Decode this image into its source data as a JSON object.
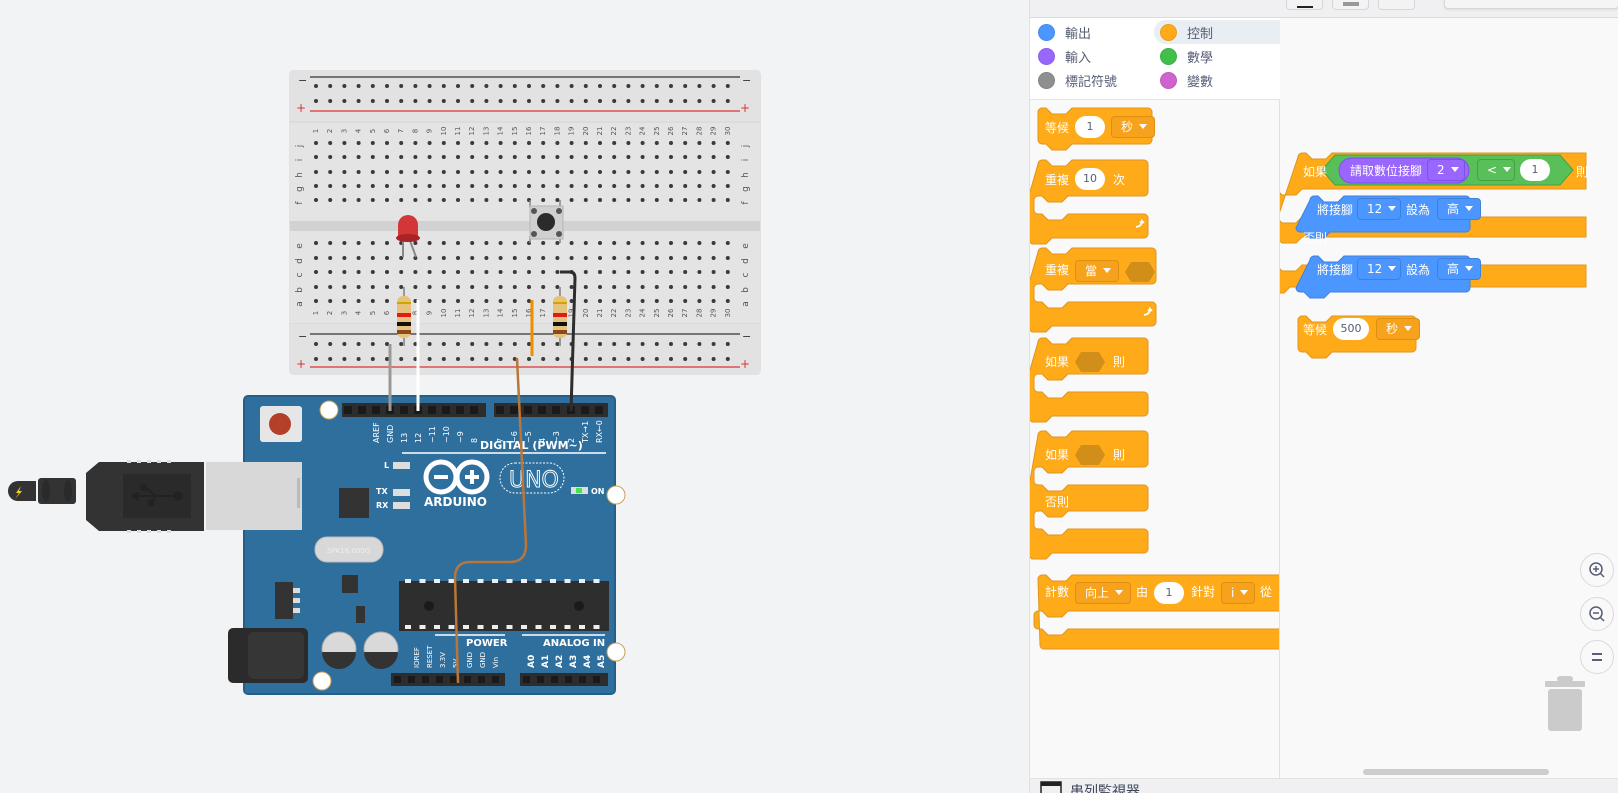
{
  "categories": [
    {
      "label": "輸出",
      "color": "#4c97ff",
      "active": false
    },
    {
      "label": "控制",
      "color": "#ffab19",
      "active": true
    },
    {
      "label": "輸入",
      "color": "#9966ff",
      "active": false
    },
    {
      "label": "數學",
      "color": "#40bf4a",
      "active": false
    },
    {
      "label": "標記符號",
      "color": "#8f8f8f",
      "active": false
    },
    {
      "label": "變數",
      "color": "#cf63cf",
      "active": false
    }
  ],
  "palette": {
    "wait": {
      "label": "等候",
      "value": "1",
      "unit": "秒"
    },
    "repeat": {
      "label": "重複",
      "value": "10",
      "suffix": "次"
    },
    "repeat_while": {
      "label": "重複",
      "mode": "當"
    },
    "if_then": {
      "label": "如果",
      "then": "則"
    },
    "if_else": {
      "label": "如果",
      "then": "則",
      "else": "否則"
    },
    "count": {
      "label": "計數",
      "direction": "向上",
      "from_label": "由",
      "from_value": "1",
      "for_label": "針對",
      "var": "i",
      "to_label": "從"
    }
  },
  "workspace": {
    "if_block": {
      "if_label": "如果",
      "then_label": "則",
      "else_label": "否則",
      "condition": {
        "read_label": "請取數位接腳",
        "pin": "2",
        "operator": "<",
        "value": "1"
      },
      "then_action": {
        "label": "將接腳",
        "pin": "12",
        "set_label": "設為",
        "state": "高"
      },
      "else_action": {
        "label": "將接腳",
        "pin": "12",
        "set_label": "設為",
        "state": "高"
      }
    },
    "wait_block": {
      "label": "等候",
      "value": "500",
      "unit": "秒"
    }
  },
  "controls": {
    "zoom_in": "zoom-in",
    "zoom_out": "zoom-out",
    "reset": "="
  },
  "serial_monitor": {
    "label": "串列監視器"
  },
  "circuit": {
    "breadboard": {
      "rows_top": [
        "j",
        "i",
        "h",
        "g",
        "f"
      ],
      "rows_bottom": [
        "e",
        "d",
        "c",
        "b",
        "a"
      ],
      "columns": 30,
      "rail_minus": "−",
      "rail_plus": "+"
    },
    "arduino": {
      "logo_text": "ARDUINO",
      "model": "UNO",
      "digital_label": "DIGITAL (PWM~)",
      "digital_pins": [
        "AREF",
        "GND",
        "13",
        "12",
        "~11",
        "~10",
        "~9",
        "8",
        "7",
        "~6",
        "~5",
        "4",
        "~3",
        "2",
        "TX→1",
        "RX←0"
      ],
      "power_label": "POWER",
      "power_pins": [
        "IOREF",
        "RESET",
        "3.3V",
        "5V",
        "GND",
        "GND",
        "Vin"
      ],
      "analog_label": "ANALOG IN",
      "analog_pins": [
        "A0",
        "A1",
        "A2",
        "A3",
        "A4",
        "A5"
      ],
      "led_labels": [
        "L",
        "TX",
        "RX"
      ],
      "on_label": "ON",
      "crystal": "SPK16.000G"
    }
  }
}
